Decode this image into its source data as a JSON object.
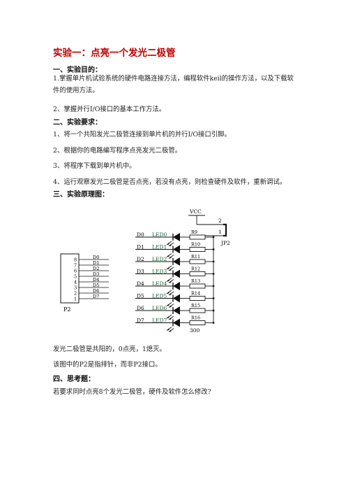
{
  "document": {
    "title": "实验一：点亮一个发光二极管",
    "section1": {
      "heading": "一、实验目的：",
      "item1": "1.掌握单片机试验系统的硬件电路连接方法，编程软件keil的操作方法，以及下载软件的使用方法。",
      "item2": "2、掌握并行I/O接口的基本工作方法。"
    },
    "section2": {
      "heading": "二、实验要求：",
      "items": [
        "1、将一个共阳发光二极管连接到单片机的并行I/O接口引脚。",
        "2、根据你的电路编写程序点亮发光二极管。",
        "3、将程序下载到单片机中。",
        "4、运行观察发光二极管是否点亮，若没有点亮，则检查硬件及软件，重新调试。"
      ]
    },
    "section3": {
      "heading": "三、实验原理图："
    },
    "schematic": {
      "connector_p2": {
        "label": "P2",
        "pins": [
          "8",
          "7",
          "6",
          "5",
          "4",
          "3",
          "2",
          "1"
        ],
        "signals": [
          "D0",
          "D1",
          "D2",
          "D3",
          "D4",
          "D5",
          "D6",
          "D7"
        ]
      },
      "vcc_label": "VCC",
      "jumper_label": "JP2",
      "jumper_pins": [
        "2",
        "1"
      ],
      "resistor_value": "300",
      "rows": [
        {
          "signal": "D0",
          "led": "LED0",
          "resistor": "R9"
        },
        {
          "signal": "D1",
          "led": "LED1",
          "resistor": "R10"
        },
        {
          "signal": "D2",
          "led": "LED2",
          "resistor": "R11"
        },
        {
          "signal": "D3",
          "led": "LED3",
          "resistor": "R12"
        },
        {
          "signal": "D4",
          "led": "LED4",
          "resistor": "R13"
        },
        {
          "signal": "D5",
          "led": "LED5",
          "resistor": "R14"
        },
        {
          "signal": "D6",
          "led": "LED6",
          "resistor": "R15"
        },
        {
          "signal": "D7",
          "led": "LED7",
          "resistor": "R16"
        }
      ]
    },
    "notes": [
      "发光二极管是共阳的，0点亮，1熄灭。",
      "该图中的P2是指排针，而非P2接口。"
    ],
    "section4": {
      "heading": "四、思考题：",
      "question": "若要求同时点亮8个发光二极管，硬件及软件怎么修改?"
    }
  }
}
